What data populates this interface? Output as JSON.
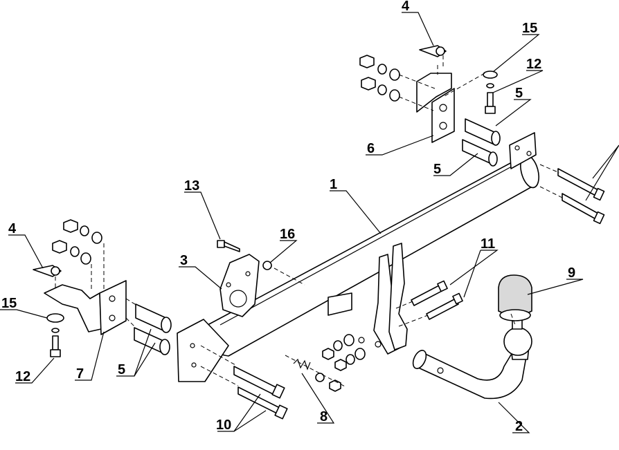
{
  "callouts": {
    "c1": "1",
    "c2": "2",
    "c3": "3",
    "c4_top": "4",
    "c4_left": "4",
    "c5_top_a": "5",
    "c5_top_b": "5",
    "c5_left": "5",
    "c6": "6",
    "c7": "7",
    "c8": "8",
    "c9": "9",
    "c10": "10",
    "c11": "11",
    "c12_top": "12",
    "c12_left": "12",
    "c13": "13",
    "c15_top": "15",
    "c15_left": "15",
    "c16": "16"
  },
  "icons": {
    "tube": "crossbar-tube",
    "ball": "tow-ball-icon",
    "cap": "ball-cap-icon",
    "socket_plate": "socket-plate-icon"
  },
  "colors": {
    "line": "#000000",
    "background": "#ffffff",
    "fill_shade": "#d9d9d9"
  }
}
